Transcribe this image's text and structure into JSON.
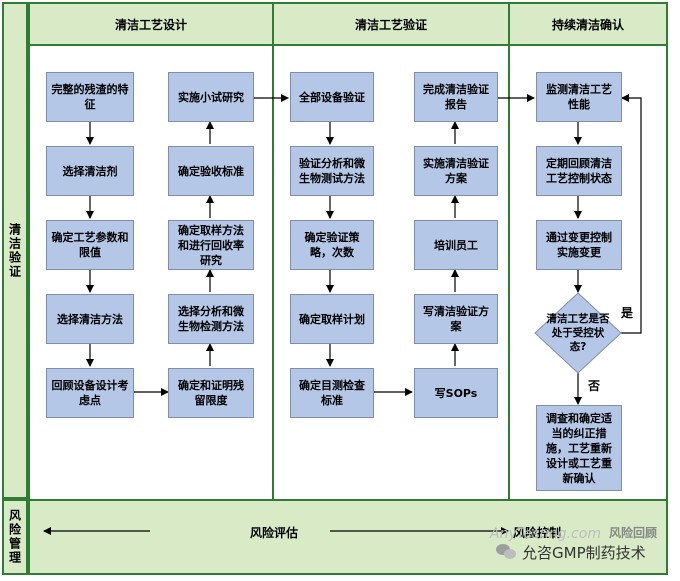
{
  "side": {
    "validation": "清洁验证",
    "risk": "风险管理"
  },
  "lanes": {
    "design": "清洁工艺设计",
    "verify": "清洁工艺验证",
    "continued": "持续清洁确认"
  },
  "design_col1": [
    "完整的残渣的特征",
    "选择清洁剂",
    "确定工艺参数和限值",
    "选择清洁方法",
    "回顾设备设计考虑点"
  ],
  "design_col2": [
    "实施小试研究",
    "确定验收标准",
    "确定取样方法和进行回收率研究",
    "选择分析和微生物检测方法",
    "确定和证明残留限度"
  ],
  "verify_col1": [
    "全部设备验证",
    "验证分析和微生物测试方法",
    "确定验证策略，次数",
    "确定取样计划",
    "确定目测检查标准"
  ],
  "verify_col2": [
    "完成清洁验证报告",
    "实施清洁验证方案",
    "培训员工",
    "写清洁验证方案",
    "写SOPs"
  ],
  "continued_col": [
    "监测清洁工艺性能",
    "定期回顾清洁工艺控制状态",
    "通过变更控制实施变更"
  ],
  "decision": "清洁工艺是否处于受控状态?",
  "yes": "是",
  "no": "否",
  "corrective": "调查和确定适当的纠正措施，工艺重新设计或工艺重新确认",
  "risk_bar": {
    "assess": "风险评估",
    "control": "风险控制",
    "review": "风险回顾"
  },
  "watermark": "允咨GMP制药技术",
  "watermark_sub": "AnyTesting.com"
}
